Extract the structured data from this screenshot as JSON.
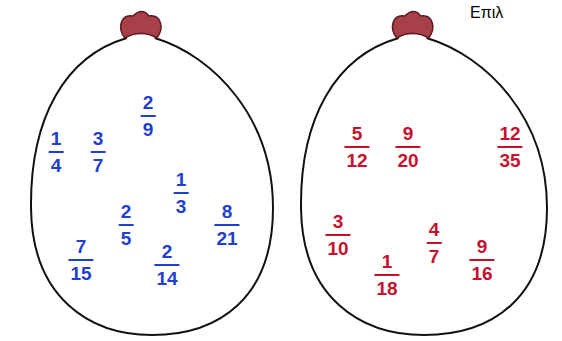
{
  "diagram": {
    "nodes": [
      {
        "text": [
          "2",
          "9",
          "1",
          "4",
          "3",
          "7",
          "1",
          "3",
          "2",
          "5",
          "8",
          "21",
          "7",
          "15",
          "2",
          "14"
        ]
      },
      {
        "text": [
          "5",
          "12",
          "9",
          "20",
          "12",
          "35",
          "3",
          "10",
          "4",
          "7",
          "1",
          "18",
          "9",
          "16"
        ]
      }
    ],
    "labels": [
      "Επιλ"
    ]
  }
}
